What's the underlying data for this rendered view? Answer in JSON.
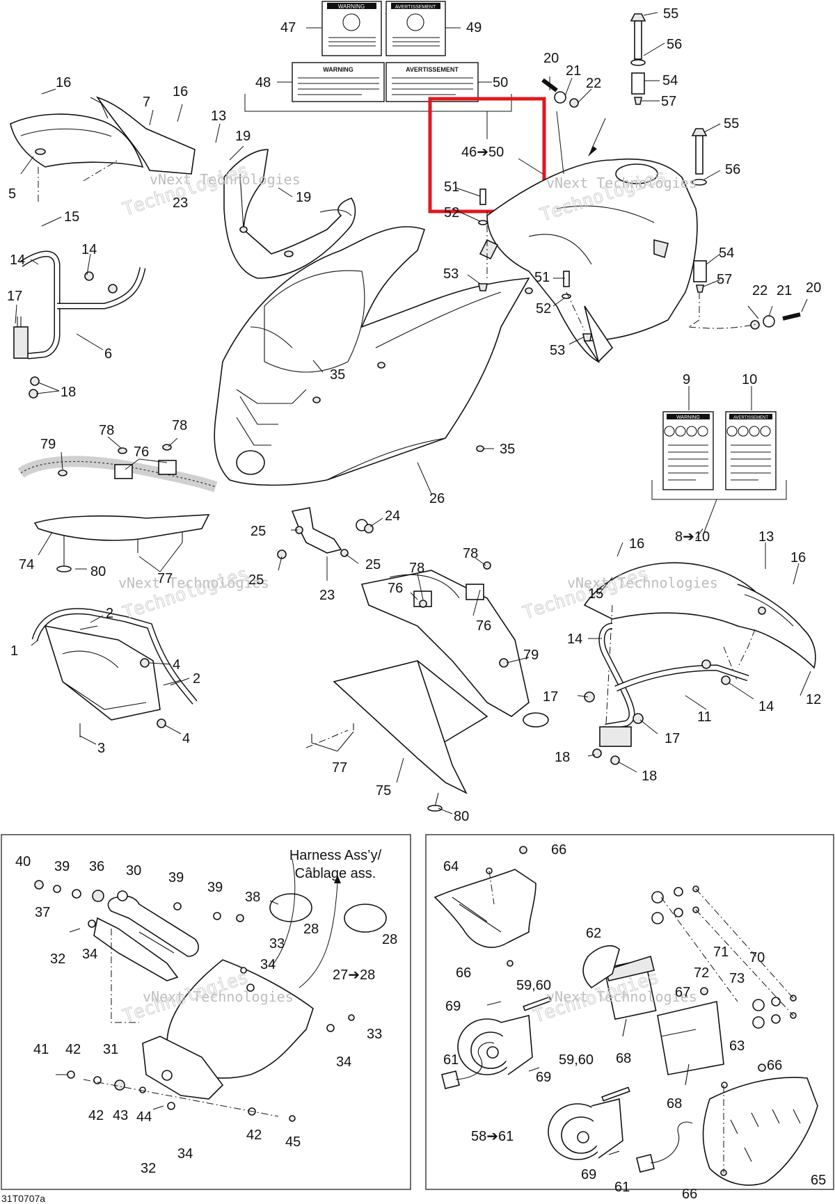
{
  "diagram": {
    "figure_code": "31T0707a",
    "highlight_color": "#e0181f",
    "harness_label": {
      "line1": "Harness Ass’y/",
      "line2": "Câblage ass."
    },
    "watermark": {
      "line1": "vNext Technologies",
      "line2": "Technologies"
    },
    "decals": {
      "decal_47": "WARNING",
      "decal_49": "AVERTISSEMENT",
      "decal_48": "WARNING",
      "decal_50": "AVERTISSEMENT",
      "decal_9": "WARNING",
      "decal_10": "AVERTISSEMENT"
    },
    "callouts": {
      "c47": "47",
      "c49": "49",
      "c48": "48",
      "c50": "50",
      "c46_50": "46➔50",
      "c51a": "51",
      "c52a": "52",
      "c53a": "53",
      "c20a": "20",
      "c21a": "21",
      "c22a": "22",
      "c55a": "55",
      "c56a": "56",
      "c54a": "54",
      "c57a": "57",
      "c55b": "55",
      "c56b": "56",
      "c54b": "54",
      "c57b": "57",
      "c22b": "22",
      "c21b": "21",
      "c20b": "20",
      "c51b": "51",
      "c52b": "52",
      "c53b": "53",
      "c16a": "16",
      "c7": "7",
      "c16b": "16",
      "c13a": "13",
      "c19a": "19",
      "c19b": "19",
      "c5": "5",
      "c23a": "23",
      "c15a": "15",
      "c14a": "14",
      "c14b": "14",
      "c17a": "17",
      "c6": "6",
      "c18a": "18",
      "c35a": "35",
      "c35b": "35",
      "c26": "26",
      "c9": "9",
      "c10": "10",
      "c8_10": "8➔10",
      "c79a": "79",
      "c78a": "78",
      "c78b": "78",
      "c76a": "76",
      "c74": "74",
      "c80a": "80",
      "c77a": "77",
      "c25a": "25",
      "c24": "24",
      "c25b": "25",
      "c25c": "25",
      "c23b": "23",
      "c78c": "78",
      "c78d": "78",
      "c76b": "76",
      "c76c": "76",
      "c79b": "79",
      "c77b": "77",
      "c75": "75",
      "c80b": "80",
      "c1": "1",
      "c2a": "2",
      "c4a": "4",
      "c2b": "2",
      "c4b": "4",
      "c3": "3",
      "c16c": "16",
      "c15b": "15",
      "c14c": "14",
      "c13b": "13",
      "c16d": "16",
      "c17b": "17",
      "c17c": "17",
      "c11": "11",
      "c14d": "14",
      "c12": "12",
      "c18b": "18",
      "c18c": "18",
      "c40": "40",
      "c39a": "39",
      "c36": "36",
      "c30": "30",
      "c39b": "39",
      "c39c": "39",
      "c38": "38",
      "c37": "37",
      "c32a": "32",
      "c34a": "34",
      "c28a": "28",
      "c28b": "28",
      "c33a": "33",
      "c34b": "34",
      "c27_28": "27➔28",
      "c33b": "33",
      "c34c": "34",
      "c41": "41",
      "c42a": "42",
      "c31": "31",
      "c42b": "42",
      "c43": "43",
      "c44": "44",
      "c42c": "42",
      "c45": "45",
      "c32b": "32",
      "c34d": "34",
      "c66a": "66",
      "c64": "64",
      "c62": "62",
      "c71": "71",
      "c70": "70",
      "c72": "72",
      "c73": "73",
      "c66b": "66",
      "c59_60a": "59,60",
      "c67": "67",
      "c69a": "69",
      "c68a": "68",
      "c63": "63",
      "c61a": "61",
      "c59_60b": "59,60",
      "c69b": "69",
      "c66c": "66",
      "c68b": "68",
      "c58_61": "58➔61",
      "c69c": "69",
      "c61b": "61",
      "c66d": "66",
      "c65": "65"
    }
  }
}
